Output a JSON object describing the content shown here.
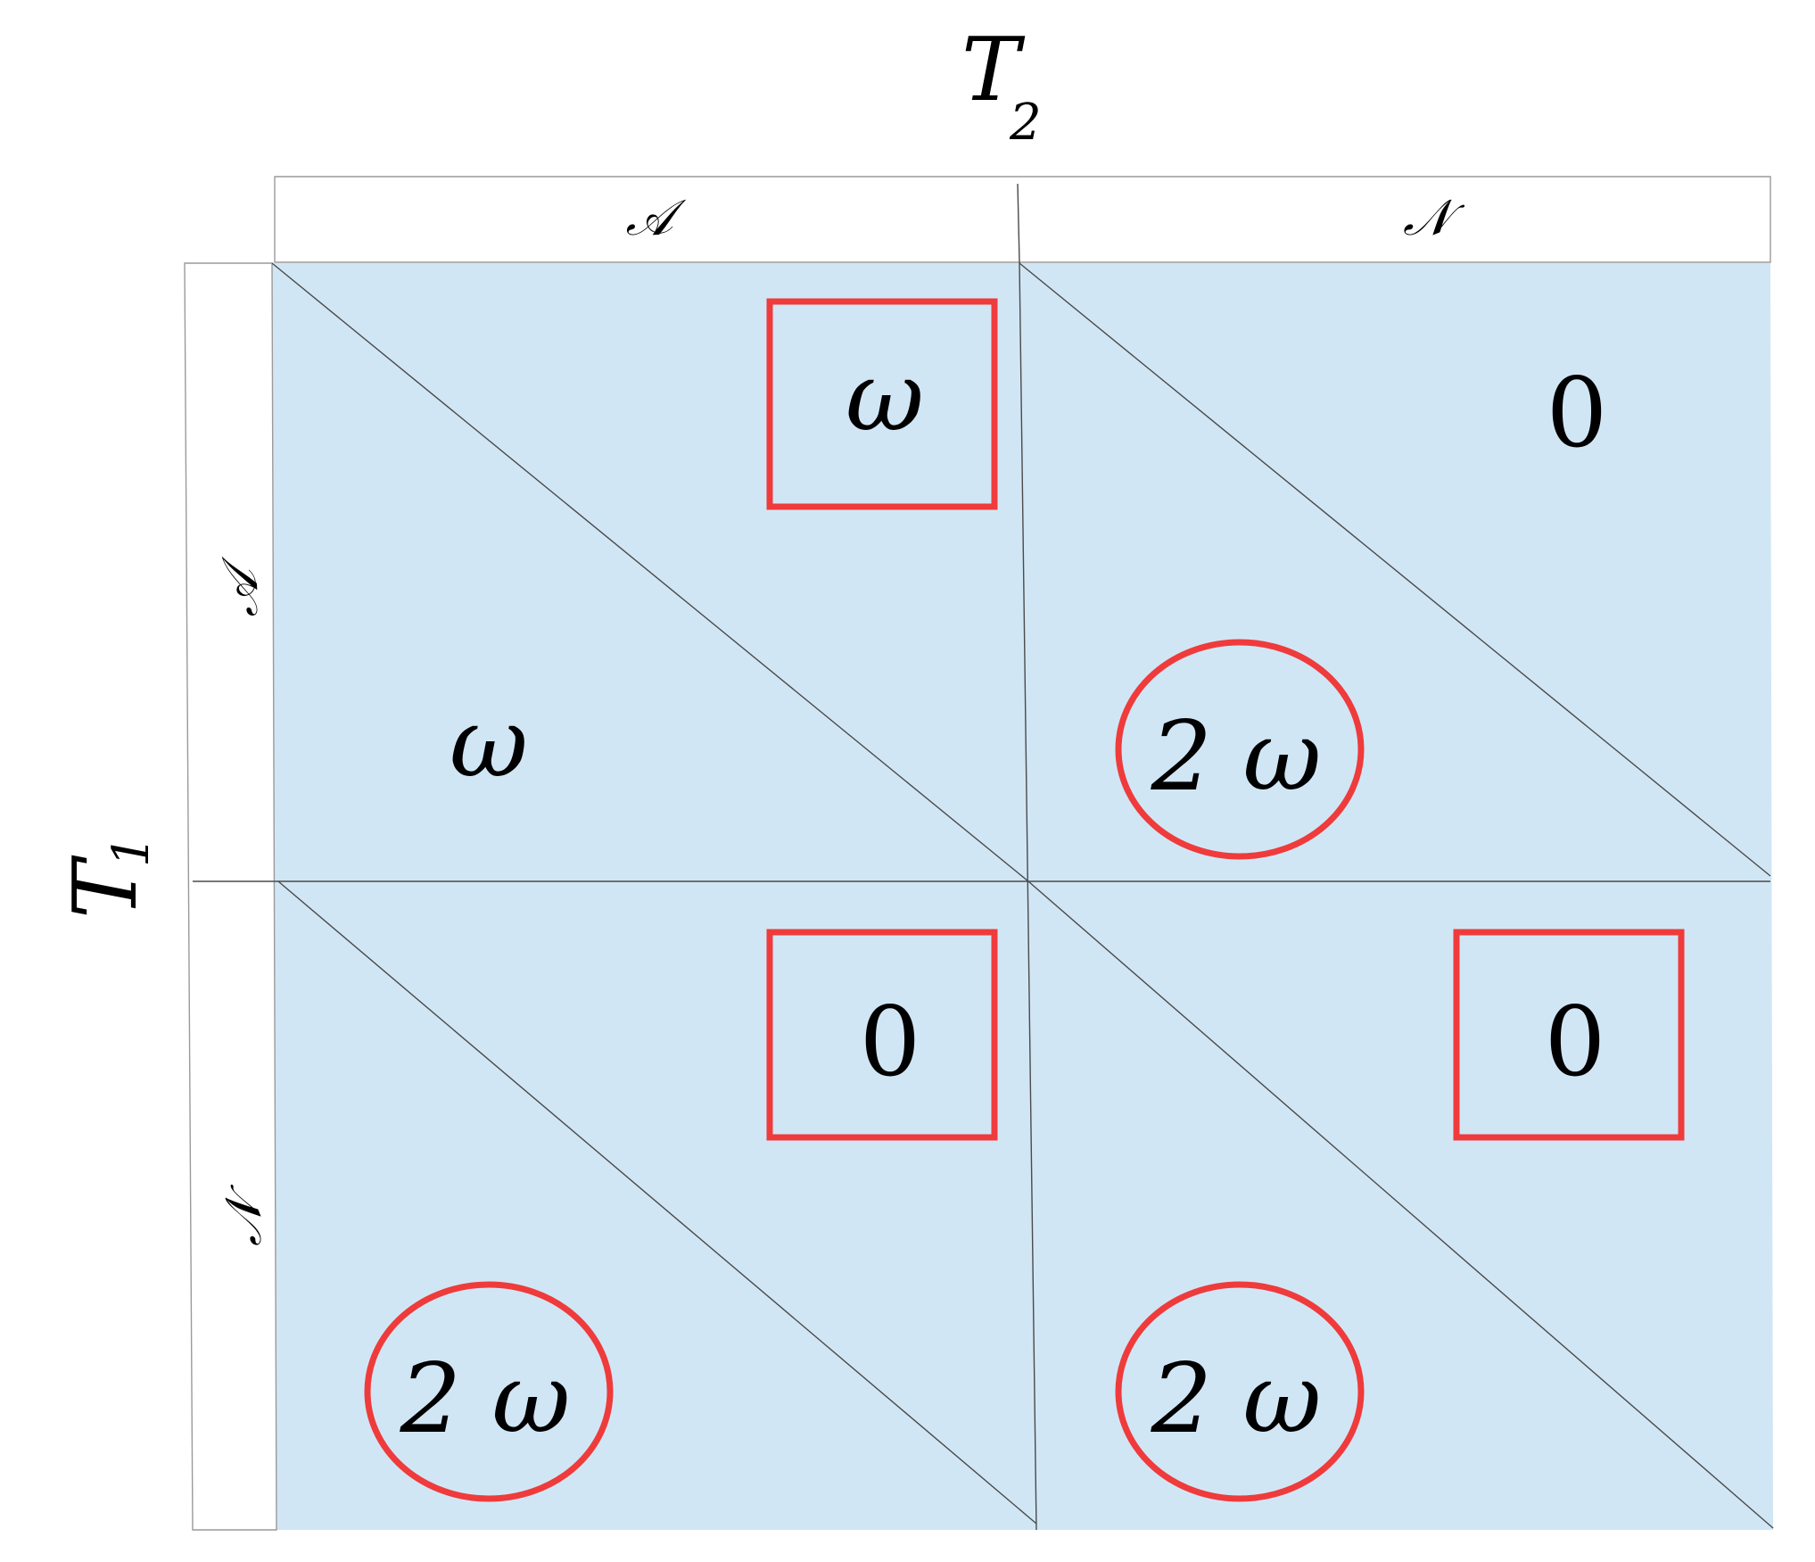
{
  "players": {
    "column": {
      "name": "T",
      "subscript": "2"
    },
    "row": {
      "name": "T",
      "subscript": "1"
    }
  },
  "strategies": {
    "column": [
      "𝒜",
      "𝒩"
    ],
    "row": [
      "𝒜",
      "𝒩"
    ]
  },
  "cells": [
    {
      "row": 0,
      "col": 0,
      "row_payoff": "ω",
      "col_payoff": "ω",
      "row_mark": "none",
      "col_mark": "square"
    },
    {
      "row": 0,
      "col": 1,
      "row_payoff": "2 ω",
      "col_payoff": "0",
      "row_mark": "circle",
      "col_mark": "none"
    },
    {
      "row": 1,
      "col": 0,
      "row_payoff": "2 ω",
      "col_payoff": "0",
      "row_mark": "circle",
      "col_mark": "square"
    },
    {
      "row": 1,
      "col": 1,
      "row_payoff": "2 ω",
      "col_payoff": "0",
      "row_mark": "circle",
      "col_mark": "square"
    }
  ],
  "colors": {
    "cell_fill": "#d1e6f5",
    "highlight": "#ef3b3b",
    "line": "#4a4a4a"
  }
}
